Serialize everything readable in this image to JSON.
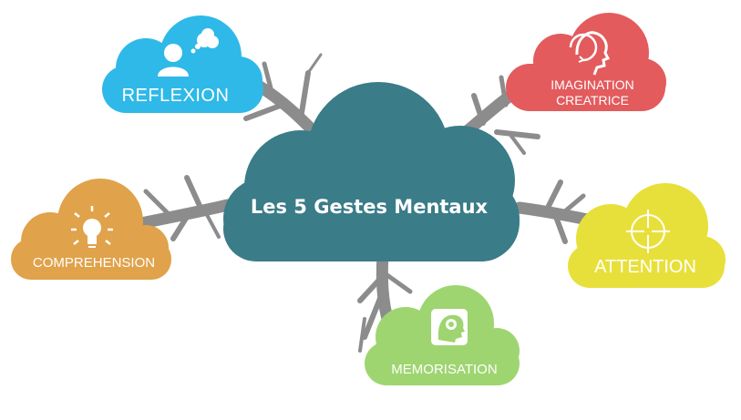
{
  "title": "Les 5 Gestes Mentaux",
  "nodes": {
    "reflexion": {
      "label": "REFLEXION",
      "icon": "thinking-person-icon",
      "color": "#2FB9E8"
    },
    "imagination": {
      "line1": "IMAGINATION",
      "line2": "CREATRICE",
      "icon": "creative-head-icon",
      "color": "#E35B5D"
    },
    "comprehension": {
      "label": "COMPREHENSION",
      "icon": "lightbulb-icon",
      "color": "#E0A24A"
    },
    "attention": {
      "label": "ATTENTION",
      "icon": "crosshair-icon",
      "color": "#E8E03A"
    },
    "memorisation": {
      "label": "MEMORISATION",
      "icon": "brain-head-icon",
      "color": "#9ED570"
    }
  },
  "colors": {
    "center": "#3A7C88",
    "branches": "#8C8C8C"
  }
}
